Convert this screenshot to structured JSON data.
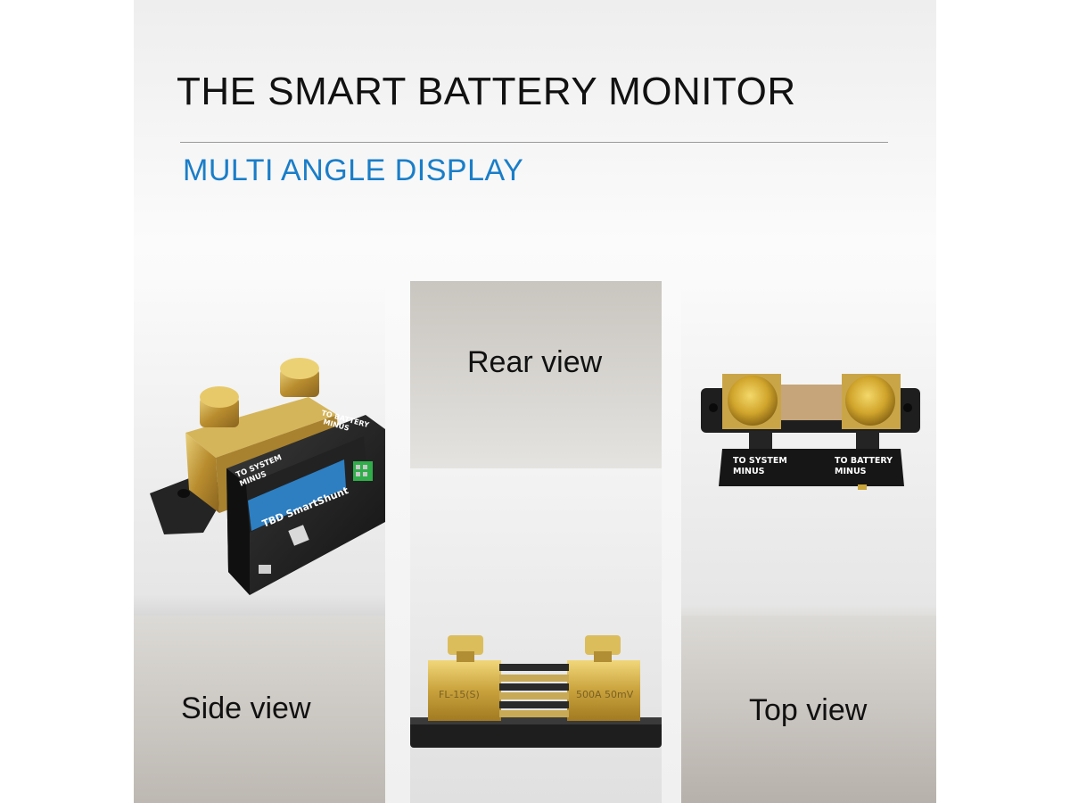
{
  "header": {
    "title": "THE SMART BATTERY MONITOR",
    "subtitle": "MULTI ANGLE DISPLAY"
  },
  "views": {
    "side": {
      "label": "Side view"
    },
    "rear": {
      "label": "Rear view"
    },
    "top": {
      "label": "Top view"
    }
  },
  "product": {
    "brand": "TBD SmartShunt",
    "rating": "500A/50mV",
    "system_terminal_line1": "TO SYSTEM",
    "system_terminal_line2": "MINUS",
    "battery_terminal_line1": "TO BATTERY",
    "battery_terminal_line2": "MINUS",
    "rear_left_stamp": "FL-15(S)",
    "rear_right_stamp": "500A 50mV"
  },
  "colors": {
    "accent": "#1a7ec8",
    "brass": "#c8a441",
    "housing": "#1c1c1c"
  }
}
